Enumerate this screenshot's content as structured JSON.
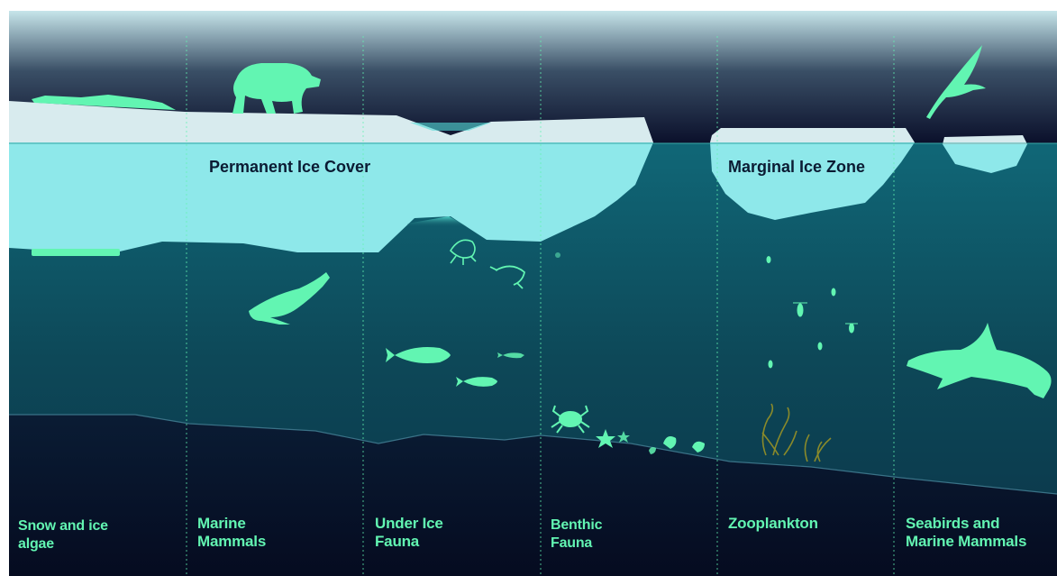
{
  "ice_labels": {
    "permanent": "Permanent Ice Cover",
    "marginal": "Marginal Ice Zone"
  },
  "columns": [
    {
      "line1": "Snow and ice",
      "line2": "algae"
    },
    {
      "line1": "Marine",
      "line2": "Mammals"
    },
    {
      "line1": "Under Ice",
      "line2": "Fauna"
    },
    {
      "line1": "Benthic",
      "line2": "Fauna"
    },
    {
      "line1": "Zooplankton",
      "line2": ""
    },
    {
      "line1": "Seabirds and",
      "line2": "Marine Mammals"
    }
  ],
  "icons": {
    "polar_bear": "polar-bear-icon",
    "seal": "seal-icon",
    "fish": "fish-icon",
    "shrimp": "shrimp-icon",
    "jellyfish": "jellyfish-icon",
    "crab": "crab-icon",
    "starfish": "starfish-icon",
    "shell": "shell-icon",
    "seaweed": "seaweed-icon",
    "copepod": "copepod-icon",
    "seabird": "seabird-icon",
    "orca": "orca-icon"
  },
  "colors": {
    "accent": "#62f5b2",
    "ice_above": "#d8ebee",
    "ice_below": "#8ee8ea",
    "water": "#0e4f5c",
    "sky_top": "#c6e5ea",
    "sky_bottom": "#0a0f2a",
    "seafloor": "#071128",
    "label_dark": "#0b1b33"
  }
}
